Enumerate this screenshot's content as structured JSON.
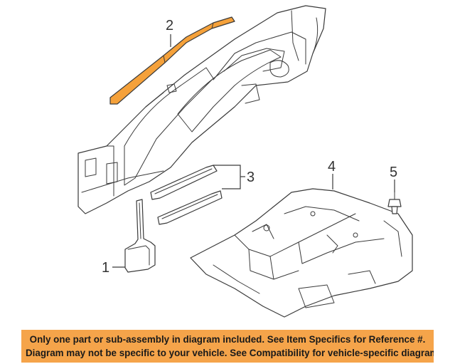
{
  "callouts": {
    "c1": "1",
    "c2": "2",
    "c3": "3",
    "c4": "4",
    "c5": "5"
  },
  "notice": {
    "line1": "Only one part or sub-assembly in diagram included. See Item Specifics for Reference #.",
    "line2": "Diagram may not be specific to your vehicle. See Compatibility for vehicle-specific diagrams."
  },
  "colors": {
    "highlight_part": "#f5a13a",
    "notice_background": "#f5a44a",
    "line_art": "#3a3a3a"
  }
}
